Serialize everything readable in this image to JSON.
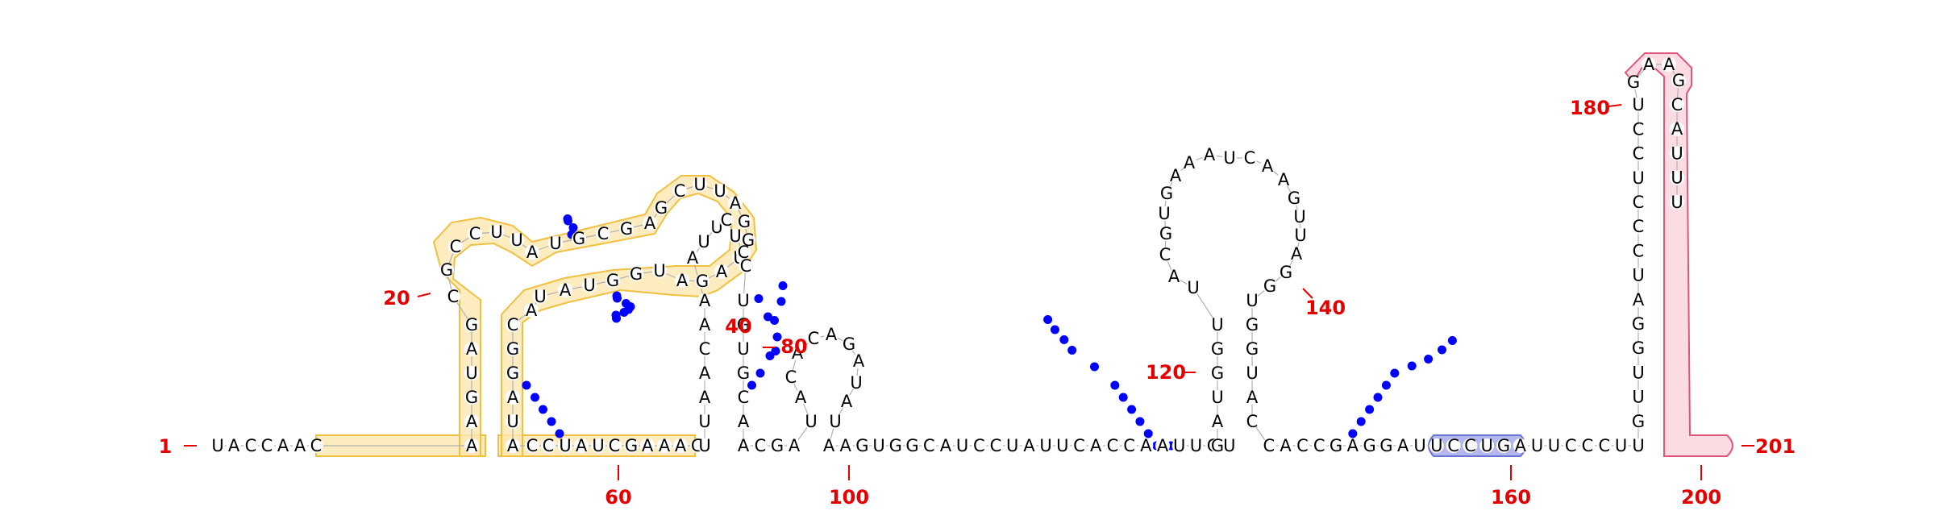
{
  "diagram": {
    "sequence": "UACCAACAAGUAGCGCCUUAUGCGAGCUUAGGUAGAUGGUAUACGGAUACCUAUCGAAAGUUAACAAAUUCUCCUGUGCAACGAUACACAGAUAUAAGUGGCAUCCUAUUCACCAAUUCUGAUGGUUACGUGAAAUCAAGUUAGGUGGUACCACCGAGGAUUCCUGAUUCCCUUGUUGGAUCCCUCCUGAAGCAUUU",
    "dot_bracket": ".......((((((..((((....))))((((((((.......))))))))..))))))........(((((((((((...)))))))...)))).......((((((((((((......)))))))).)))).........((((((((((((((...))))))))))))))...",
    "colors": {
      "base_pair_dot": "#0000ff",
      "number_label": "#e50000",
      "highlight_yellow_fill": "#fde7b0",
      "highlight_yellow_stroke": "#f0c040",
      "highlight_blue_fill": "#9fa5e8",
      "highlight_blue_stroke": "#6a74d6",
      "highlight_pink_fill": "#fbd3dc",
      "highlight_pink_stroke": "#e0557a"
    },
    "position_labels": [
      "1",
      "20",
      "40",
      "60",
      "80",
      "100",
      "120",
      "140",
      "160",
      "180",
      "200",
      "201"
    ],
    "highlight_groups": [
      "yellow",
      "blue",
      "pink"
    ]
  }
}
